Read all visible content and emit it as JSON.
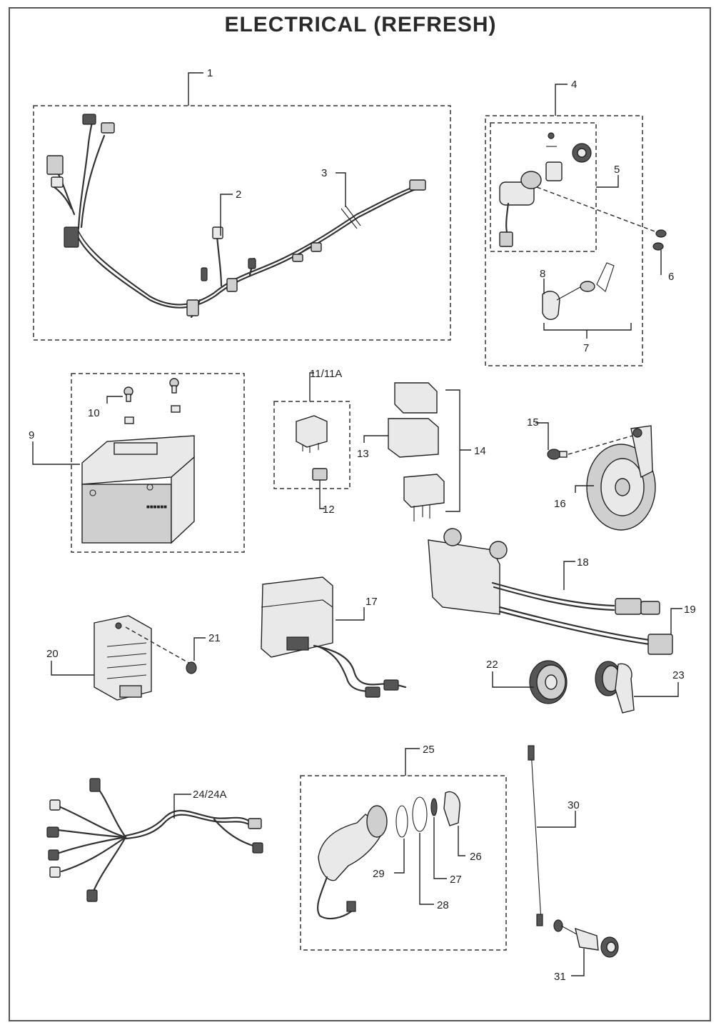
{
  "title": "ELECTRICAL (REFRESH)",
  "callouts": {
    "c1": "1",
    "c2": "2",
    "c3": "3",
    "c4": "4",
    "c5": "5",
    "c6": "6",
    "c7": "7",
    "c8": "8",
    "c9": "9",
    "c10": "10",
    "c11": "11/11A",
    "c12": "12",
    "c13": "13",
    "c14": "14",
    "c15": "15",
    "c16": "16",
    "c17": "17",
    "c18": "18",
    "c19": "19",
    "c20": "20",
    "c21": "21",
    "c22": "22",
    "c23": "23",
    "c24": "24/24A",
    "c25": "25",
    "c26": "26",
    "c27": "27",
    "c28": "28",
    "c29": "29",
    "c30": "30",
    "c31": "31"
  }
}
